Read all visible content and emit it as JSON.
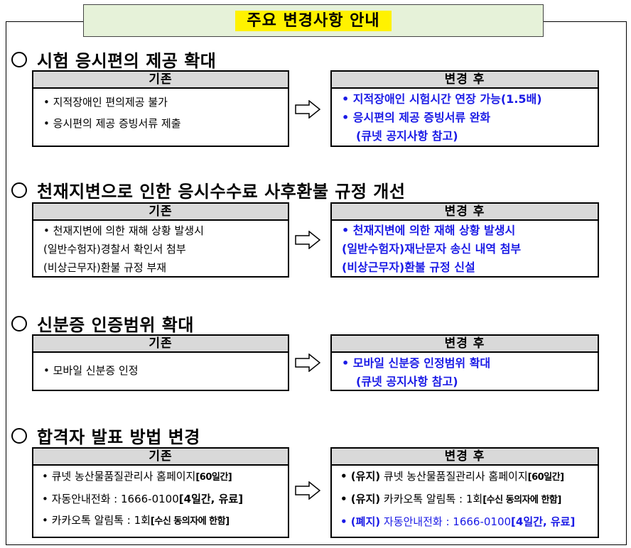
{
  "title": "주요 변경사항 안내",
  "labels": {
    "before": "기존",
    "after": "변경 후"
  },
  "sections": [
    {
      "heading": "시험 응시편의 제공 확대",
      "before": [
        "• 지적장애인 편의제공 불가",
        "• 응시편의 제공 증빙서류 제출"
      ],
      "after": [
        "• 지적장애인 시험시간 연장 가능(1.5배)",
        "• 응시편의 제공 증빙서류 완화",
        "(큐넷 공지사항 참고)"
      ]
    },
    {
      "heading": "천재지변으로 인한 응시수수료 사후환불 규정 개선",
      "before": [
        "• 천재지변에 의한 재해 상황 발생시",
        "(일반수험자)경찰서 확인서 첨부",
        "(비상근무자)환불 규정 부재"
      ],
      "after": [
        "• 천재지변에 의한 재해 상황 발생시",
        "(일반수험자)재난문자 송신 내역 첨부",
        "(비상근무자)환불 규정 신설"
      ]
    },
    {
      "heading": "신분증 인증범위 확대",
      "before": [
        "• 모바일 신분증 인정"
      ],
      "after": [
        "• 모바일 신분증 인정범위 확대",
        "(큐넷 공지사항 참고)"
      ]
    },
    {
      "heading": "합격자 발표 방법 변경",
      "before": [
        {
          "text": "• 큐넷 농산물품질관리사 홈페이지",
          "tag": "[60일간]"
        },
        {
          "text": "• 자동안내전화 : 1666-0100",
          "tag": "[4일간, 유료]"
        },
        {
          "text": "• 카카오톡 알림톡 : 1회",
          "tag": "[수신 동의자에 한함]"
        }
      ],
      "after": [
        {
          "prefix": "• (유지)",
          "text": " 큐넷 농산물품질관리사 홈페이지",
          "tag": "[60일간]"
        },
        {
          "prefix": "• (유지)",
          "text": " 카카오톡 알림톡 : 1회",
          "tag": "[수신 동의자에 한함]"
        },
        {
          "prefix": "• (폐지)",
          "text": " 자동안내전화 : 1666-0100",
          "tag": "[4일간, 유료]"
        }
      ]
    }
  ]
}
